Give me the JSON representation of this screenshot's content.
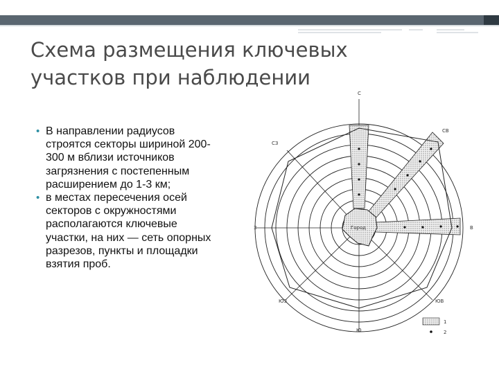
{
  "slide": {
    "title_line1": "Схема размещения ключевых",
    "title_line2": "участков при наблюдении",
    "bullets": [
      "В направлении радиусов строятся секторы шириной 200-300 м вблизи источников загрязнения с постепенным расширением до 1-3 км;",
      "в местах пересечения осей секторов с окружностями располагаются ключевые участки, на них — сеть опорных разрезов, пункты и площадки взятия проб."
    ]
  },
  "diagram": {
    "labels": {
      "north": "С",
      "northeast": "СВ",
      "northwest": "СЗ",
      "east": "В",
      "west": "З",
      "southwest": "ЮЗ",
      "southeast": "ЮВ",
      "south": "Ю",
      "city": "Город"
    },
    "legend": {
      "item1": "1",
      "item2": "2"
    },
    "colors": {
      "accent_dark": "#2f3a42",
      "bar": "#5a6670",
      "bullet": "#2d8fa3"
    }
  }
}
